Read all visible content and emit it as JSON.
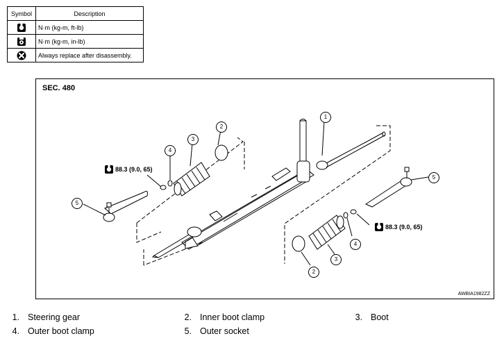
{
  "symbol_table": {
    "headers": {
      "symbol": "Symbol",
      "description": "Description"
    },
    "rows": [
      {
        "icon": "torque-ft-lb-icon",
        "description": "N·m (kg-m, ft-lb)"
      },
      {
        "icon": "torque-in-lb-icon",
        "description": "N·m (kg-m, in-lb)"
      },
      {
        "icon": "always-replace-icon",
        "description": "Always replace after disassembly."
      }
    ]
  },
  "diagram": {
    "section": "SEC. 480",
    "figure_code": "AWBIA1982ZZ",
    "torque_left": "88.3 (9.0, 65)",
    "torque_right": "88.3 (9.0, 65)",
    "callouts": [
      "1",
      "2",
      "3",
      "4",
      "5",
      "2",
      "3",
      "4",
      "5"
    ]
  },
  "legend": [
    {
      "num": "1.",
      "label": "Steering gear"
    },
    {
      "num": "2.",
      "label": "Inner boot clamp"
    },
    {
      "num": "3.",
      "label": "Boot"
    },
    {
      "num": "4.",
      "label": "Outer boot clamp"
    },
    {
      "num": "5.",
      "label": "Outer socket"
    }
  ]
}
